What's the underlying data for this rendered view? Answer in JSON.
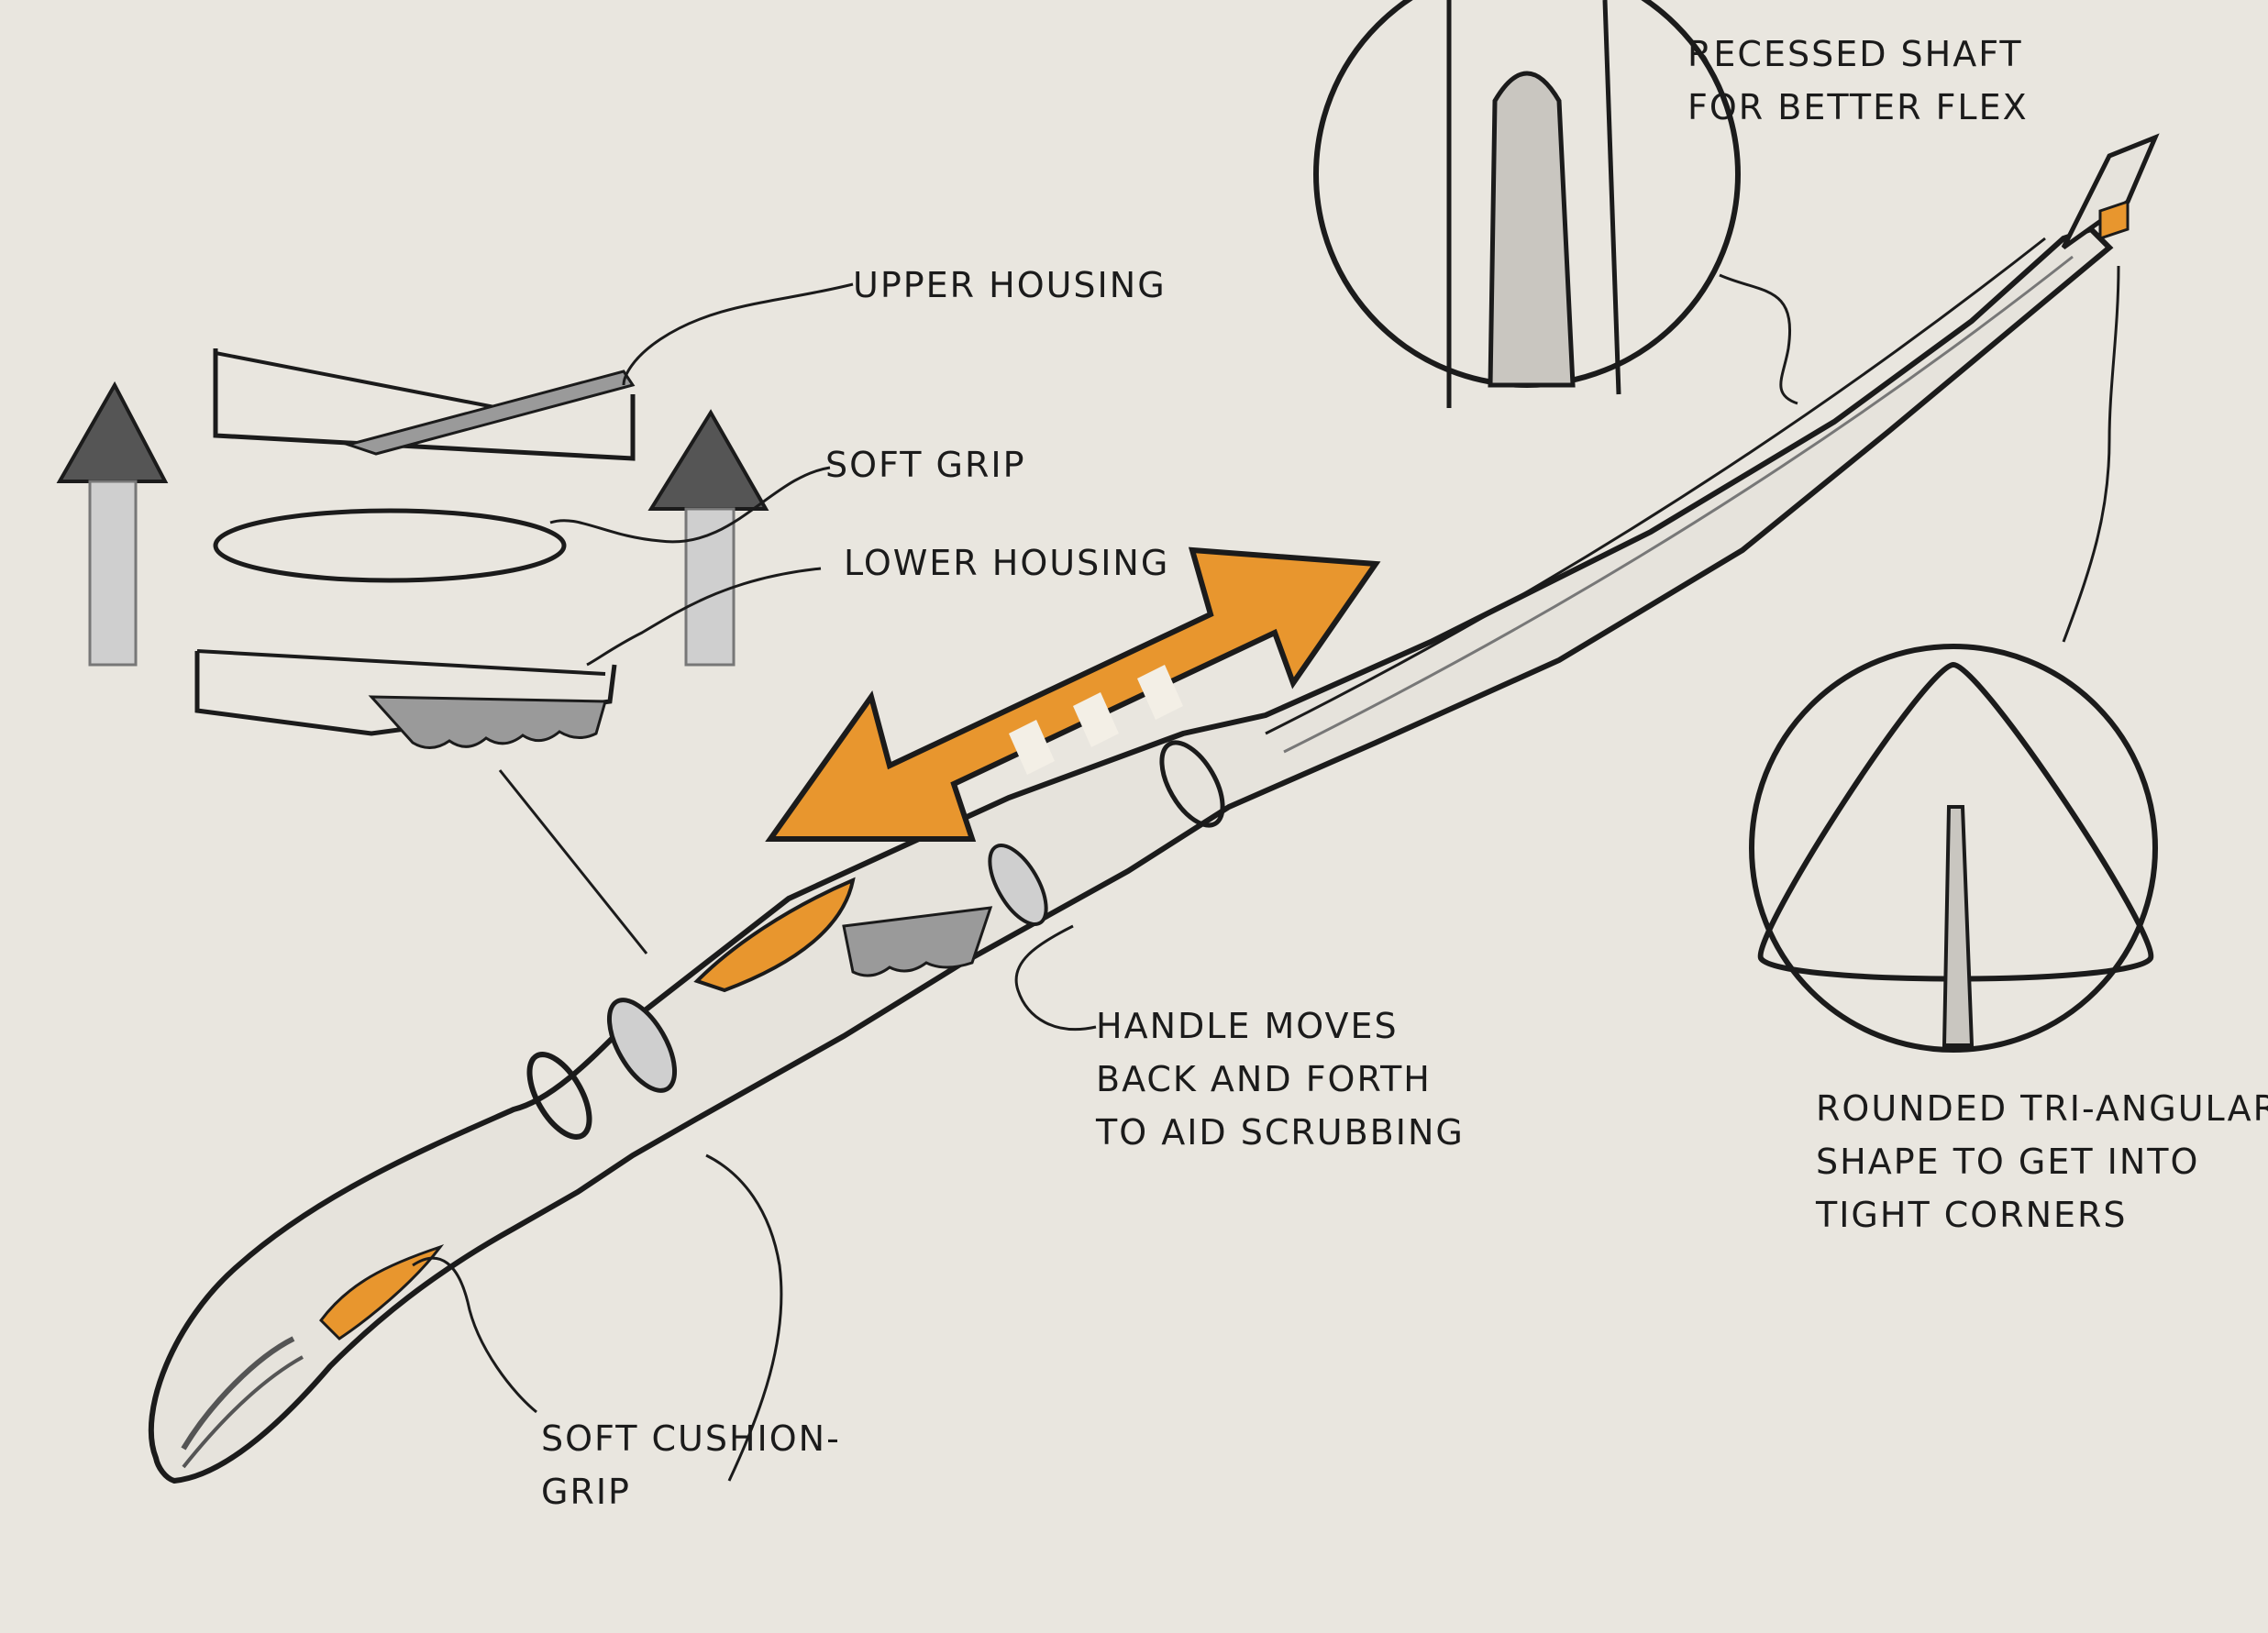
{
  "colors": {
    "paper": "#e9e6df",
    "ink": "#1b1b1b",
    "orange": "#e8962e",
    "orange_light": "#f0b15c",
    "pencil": "#8c8c8c"
  },
  "labels": {
    "upper_housing": "UPPER HOUSING",
    "soft_grip": "SOFT GRIP",
    "lower_housing": "LOWER HOUSING",
    "recessed_shaft": [
      "RECESSED SHAFT",
      "FOR BETTER FLEX"
    ],
    "handle_moves": [
      "HANDLE MOVES",
      "BACK AND FORTH",
      "TO AID SCRUBBING"
    ],
    "rounded_tri": [
      "ROUNDED TRI-ANGULAR",
      "SHAPE TO GET INTO",
      "TIGHT CORNERS"
    ],
    "soft_cushion": [
      "SOFT CUSHION-",
      "GRIP"
    ]
  },
  "icons": {
    "motion_arrow": "double-headed-arrow-icon",
    "lift_arrow": "up-arrow-icon"
  }
}
